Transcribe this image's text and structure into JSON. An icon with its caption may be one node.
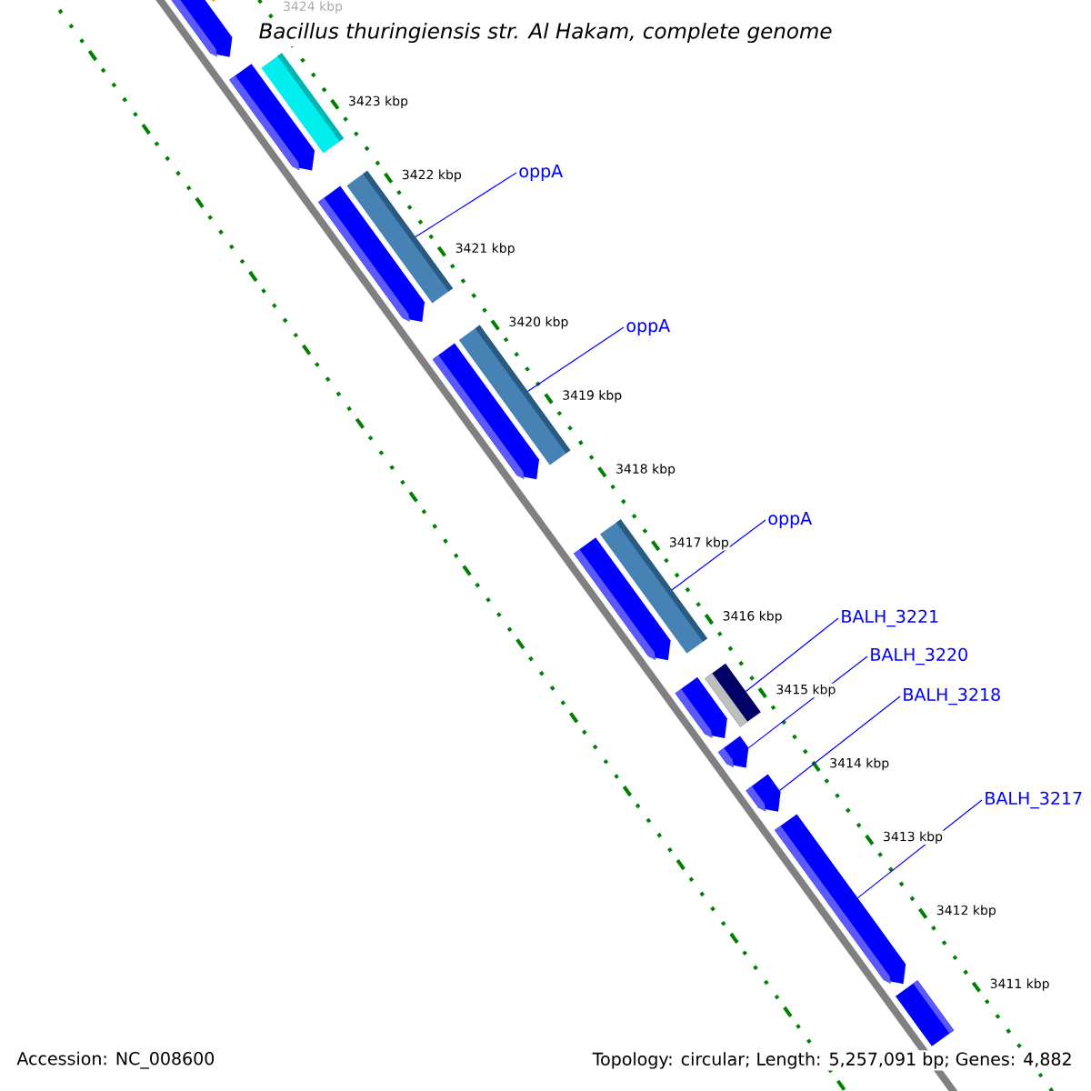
{
  "diagram": {
    "title": "Bacillus thuringiensis str. Al Hakam, complete genome",
    "nodes": [
      {
        "text": [
          "oppA"
        ]
      },
      {
        "text": [
          "oppA"
        ]
      },
      {
        "text": [
          "oppA"
        ]
      },
      {
        "text": [
          "BALH_3221"
        ]
      },
      {
        "text": [
          "BALH_3220"
        ]
      },
      {
        "text": [
          "BALH_3218"
        ]
      },
      {
        "text": [
          "BALH_3217"
        ]
      },
      {
        "text": [],
        "shape": "arrow"
      },
      {
        "text": [],
        "shape": "bar"
      },
      {
        "text": [],
        "shape": "arrow"
      },
      {
        "text": [],
        "shape": "bar"
      },
      {
        "text": [],
        "shape": "arrow"
      },
      {
        "text": [],
        "shape": "bar"
      },
      {
        "text": [],
        "shape": "arrow"
      },
      {
        "text": [],
        "shape": "bar"
      },
      {
        "text": [],
        "shape": "arrow"
      },
      {
        "text": [],
        "shape": "bar"
      },
      {
        "text": [],
        "shape": "arrow"
      },
      {
        "text": [],
        "shape": "bar"
      },
      {
        "text": [],
        "shape": "arrow"
      },
      {
        "text": [],
        "shape": "arrow"
      },
      {
        "text": [],
        "shape": "arrow"
      },
      {
        "text": [],
        "shape": "bar"
      }
    ],
    "edges": [
      {
        "from": 0,
        "to": 12,
        "arrow": "none"
      },
      {
        "from": 1,
        "to": 14,
        "arrow": "none"
      },
      {
        "from": 2,
        "to": 16,
        "arrow": "none"
      },
      {
        "from": 3,
        "to": 18,
        "arrow": "none"
      },
      {
        "from": 4,
        "to": 19,
        "arrow": "none"
      },
      {
        "from": 5,
        "to": 20,
        "arrow": "none"
      },
      {
        "from": 6,
        "to": 21,
        "arrow": "none"
      }
    ],
    "labels": [
      "3424 kbp",
      "3423 kbp",
      "3422 kbp",
      "3421 kbp",
      "3420 kbp",
      "3419 kbp",
      "3418 kbp",
      "3417 kbp",
      "3416 kbp",
      "3415 kbp",
      "3414 kbp",
      "3413 kbp",
      "3412 kbp",
      "3411 kbp",
      "Accession: NC_008600",
      "Topology: circular; Length: 5,257,091 bp; Genes: 4,882"
    ]
  }
}
